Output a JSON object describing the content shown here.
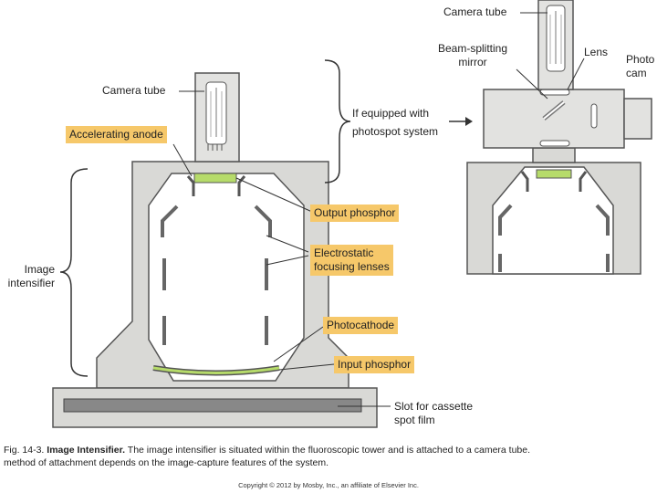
{
  "labels": {
    "camera_tube": "Camera tube",
    "accelerating_anode": "Accelerating anode",
    "image_intensifier": [
      "Image",
      "intensifier"
    ],
    "if_equipped": [
      "If equipped with",
      "photospot system"
    ],
    "output_phosphor": "Output phosphor",
    "electrostatic_focusing": [
      "Electrostatic",
      "focusing lenses"
    ],
    "photocathode": "Photocathode",
    "input_phosphor": "Input phosphor",
    "slot": [
      "Slot for cassette",
      "spot film"
    ],
    "camera_tube_right": "Camera tube",
    "beam_splitting": [
      "Beam-splitting",
      "mirror"
    ],
    "lens": "Lens",
    "photo_camera": [
      "Photo",
      "cam"
    ]
  },
  "caption": {
    "fig": "Fig. 14-3.",
    "title": "Image Intensifier.",
    "text_line1": "The image intensifier is situated within the fluoroscopic tower and is attached to a camera tube.",
    "text_line2": "method of attachment depends on the image-capture features of the system."
  },
  "copyright": "Copyright © 2012 by Mosby, Inc., an affiliate of Elsevier Inc.",
  "colors": {
    "housing": "#d9d9d6",
    "tube_fill": "#ffffff",
    "highlight": "#f6c86a",
    "phosphor": "#b6db6a",
    "outline": "#555555"
  }
}
